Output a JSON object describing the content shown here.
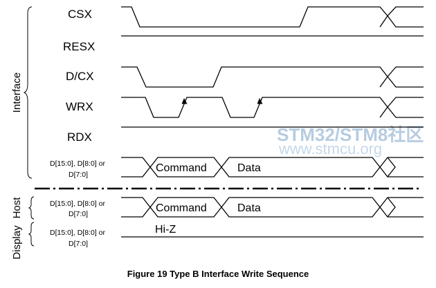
{
  "figure": {
    "caption": "Figure 19 Type B Interface Write Sequence"
  },
  "groups": {
    "interface": "Interface",
    "host": "Host",
    "display": "Display"
  },
  "signals": {
    "csx": "CSX",
    "resx": "RESX",
    "dcx": "D/CX",
    "wrx": "WRX",
    "rdx": "RDX",
    "data_bus_line1": "D[15:0], D[8:0] or",
    "data_bus_line2": "D[7:0]"
  },
  "bus_values": {
    "command": "Command",
    "data": "Data",
    "hi_z": "Hi-Z"
  },
  "watermark": {
    "title": "STM32/STM8社区",
    "url": "www.stmcu.org"
  },
  "colors": {
    "line": "#000000",
    "watermark": "#b6cce0"
  }
}
